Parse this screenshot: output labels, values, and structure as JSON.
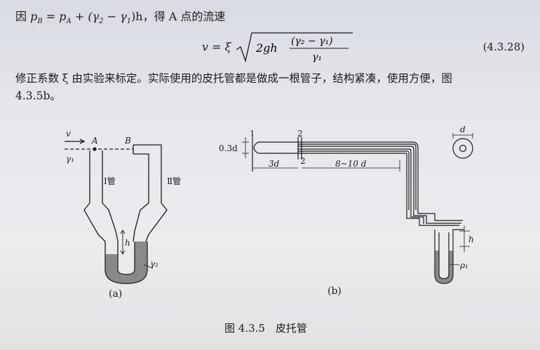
{
  "line1": {
    "prefix": "因",
    "eq": "p",
    "rest": " = p",
    "mid": " + (γ",
    "tail": " − γ",
    "end": ")h，得 A 点的流速"
  },
  "formula": {
    "lhs": "v = ξ",
    "under": "2gh",
    "num": "(γ₂ − γ₁)",
    "den": "γ₁",
    "number": "(4.3.28)"
  },
  "paragraph": {
    "row1": "修正系数 ξ 由实验来标定。实际使用的皮托管都是做成一根管子，结构紧凑，使用方便，图",
    "row2": "4.3.5b。"
  },
  "figure": {
    "caption": "图 4.3.5　皮托管",
    "sub_a": "(a)",
    "sub_b": "(b)",
    "labels": {
      "v": "v",
      "A": "A",
      "B": "B",
      "gamma1": "γ₁",
      "gamma2": "γ₂",
      "tube1": "Ⅰ管",
      "tube2": "Ⅱ管",
      "h_a": "h",
      "d03": "0.3d",
      "one": "1",
      "two": "2",
      "two_b": "2",
      "three_d": "3d",
      "eight_ten": "8~10 d",
      "d": "d",
      "h_b": "h",
      "rho1": "ρ₁"
    }
  }
}
